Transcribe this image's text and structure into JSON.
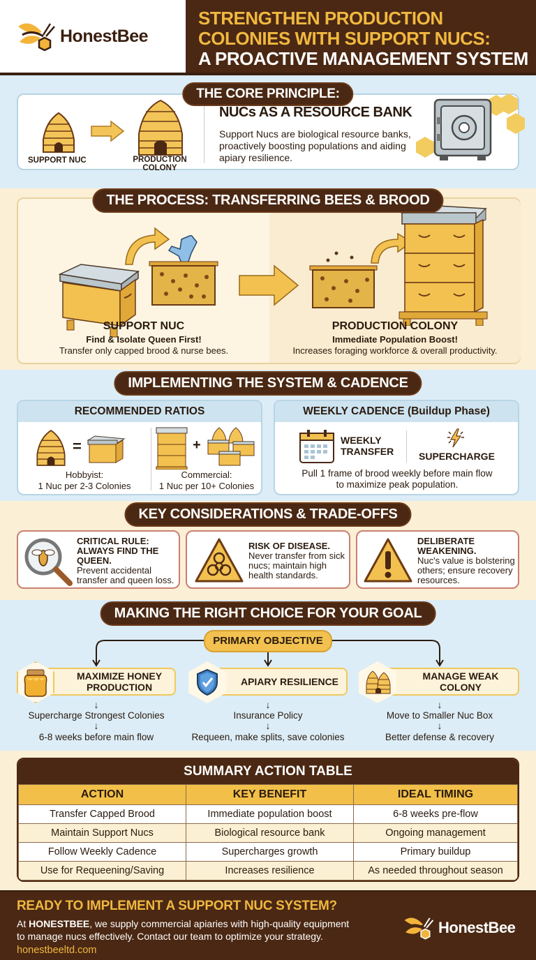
{
  "brand": {
    "name": "HonestBee"
  },
  "header": {
    "title_line1": "STRENGTHEN PRODUCTION",
    "title_line2": "COLONIES WITH SUPPORT NUCS:",
    "title_line3": "A PROACTIVE MANAGEMENT SYSTEM"
  },
  "core": {
    "pill": "THE CORE PRINCIPLE:",
    "left_label": "SUPPORT NUC",
    "right_label_1": "PRODUCTION",
    "right_label_2": "COLONY",
    "heading": "NUCs AS A RESOURCE BANK",
    "text": "Support Nucs are biological resource banks, proactively boosting populations and aiding apiary resilience.",
    "icons": [
      "skep-small-icon",
      "arrow-right-icon",
      "skep-large-icon",
      "safe-icon"
    ]
  },
  "process": {
    "pill": "THE PROCESS: TRANSFERRING BEES & BROOD",
    "left": {
      "title": "SUPPORT NUC",
      "subtitle": "Find & Isolate Queen First!",
      "text": "Transfer only capped brood & nurse bees."
    },
    "right": {
      "title": "PRODUCTION COLONY",
      "subtitle": "Immediate Population Boost!",
      "text": "Increases foraging workforce & overall productivity."
    }
  },
  "implement": {
    "pill": "IMPLEMENTING THE SYSTEM & CADENCE",
    "ratios": {
      "title": "RECOMMENDED RATIOS",
      "hobbyist_label": "Hobbyist:",
      "hobbyist_value": "1 Nuc per 2-3 Colonies",
      "commercial_label": "Commercial:",
      "commercial_value": "1 Nuc per 10+ Colonies",
      "equals": "=",
      "plus": "+"
    },
    "cadence": {
      "title": "WEEKLY CADENCE (Buildup Phase)",
      "weekly_1": "WEEKLY",
      "weekly_2": "TRANSFER",
      "supercharge": "SUPERCHARGE",
      "text_1": "Pull 1 frame of brood weekly before main flow",
      "text_2": "to maximize peak population."
    }
  },
  "considerations": {
    "pill": "KEY CONSIDERATIONS & TRADE-OFFS",
    "items": [
      {
        "title": "CRITICAL RULE: ALWAYS FIND THE QUEEN.",
        "text": "Prevent accidental transfer and queen loss.",
        "icon": "magnifier-bee-icon"
      },
      {
        "title": "RISK OF DISEASE.",
        "text": "Never transfer from sick nucs; maintain high health standards.",
        "icon": "biohazard-icon"
      },
      {
        "title": "DELIBERATE WEAKENING.",
        "text": "Nuc's value is bolstering others; ensure recovery resources.",
        "icon": "warning-icon"
      }
    ]
  },
  "choice": {
    "pill": "MAKING THE RIGHT CHOICE FOR YOUR GOAL",
    "objective": "PRIMARY OBJECTIVE",
    "branches": [
      {
        "label_1": "MAXIMIZE HONEY",
        "label_2": "PRODUCTION",
        "step1": "Supercharge Strongest Colonies",
        "step2": "6-8 weeks before main flow",
        "icon": "honey-jar-icon"
      },
      {
        "label_1": "APIARY RESILIENCE",
        "label_2": "",
        "step1": "Insurance Policy",
        "step2": "Requeen, make splits, save colonies",
        "icon": "shield-check-icon"
      },
      {
        "label_1": "MANAGE WEAK COLONY",
        "label_2": "",
        "step1": "Move to Smaller Nuc Box",
        "step2": "Better defense & recovery",
        "icon": "skeps-icon"
      }
    ]
  },
  "summary": {
    "title": "SUMMARY ACTION TABLE",
    "columns": [
      "ACTION",
      "KEY BENEFIT",
      "IDEAL TIMING"
    ],
    "rows": [
      [
        "Transfer Capped Brood",
        "Immediate population boost",
        "6-8 weeks pre-flow"
      ],
      [
        "Maintain Support Nucs",
        "Biological resource bank",
        "Ongoing management"
      ],
      [
        "Follow Weekly Cadence",
        "Supercharges growth",
        "Primary buildup"
      ],
      [
        "Use for Requeening/Saving",
        "Increases resilience",
        "As needed throughout season"
      ]
    ]
  },
  "footer": {
    "heading": "READY TO IMPLEMENT A SUPPORT NUC SYSTEM?",
    "text_prefix": "At ",
    "text_brand": "HONESTBEE",
    "text_1": ", we supply commercial apiaries with high-quality equipment",
    "text_2": "to manage nucs effectively. Contact our team to optimize your strategy.",
    "url": "honestbeeltd.com"
  },
  "colors": {
    "brown": "#4b2813",
    "gold": "#f0b840",
    "sky": "#dcedf7",
    "cream": "#fbefd6"
  }
}
